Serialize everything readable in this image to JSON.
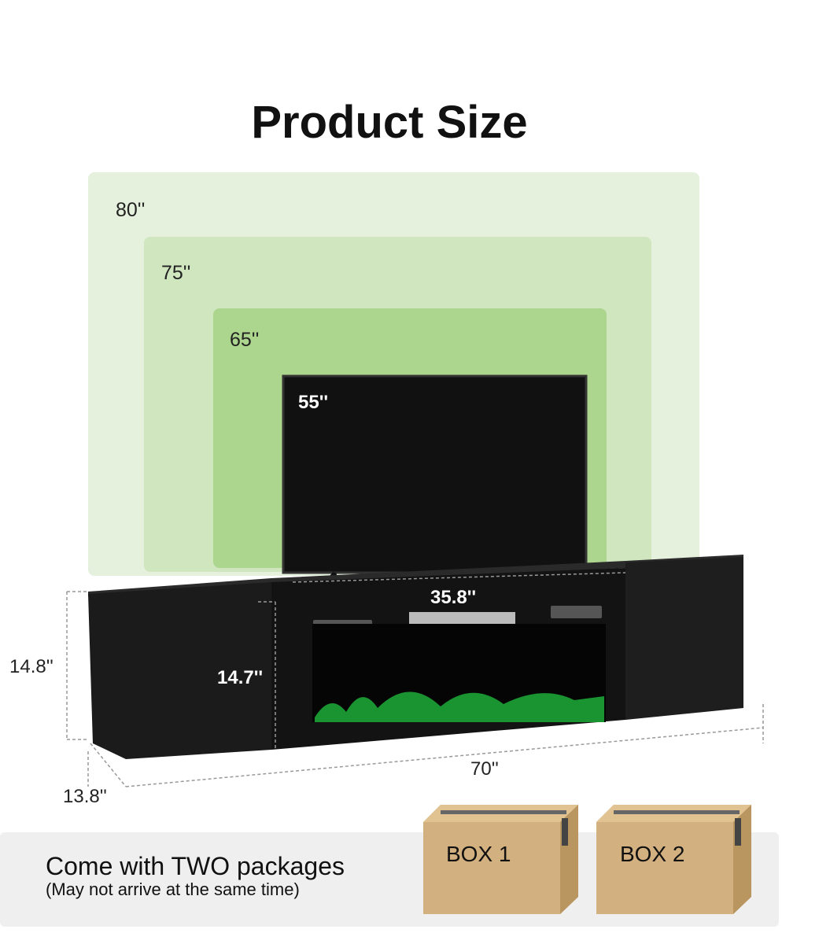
{
  "title": "Product Size",
  "tv_sizes": [
    "80''",
    "75''",
    "65''",
    "55''"
  ],
  "dimensions": {
    "fireplace_width": "35.8''",
    "fireplace_height": "14.7''",
    "stand_height": "14.8''",
    "stand_width": "70''",
    "stand_depth": "13.8''"
  },
  "packages": {
    "title": "Come with TWO packages",
    "subtitle": "(May not arrive at the same time)",
    "boxes": [
      "BOX 1",
      "BOX 2"
    ]
  },
  "colors": {
    "zone80": "#e5f1dc",
    "zone75": "#cfe6bf",
    "zone65": "#acd58e",
    "box": "#d3b07f"
  }
}
